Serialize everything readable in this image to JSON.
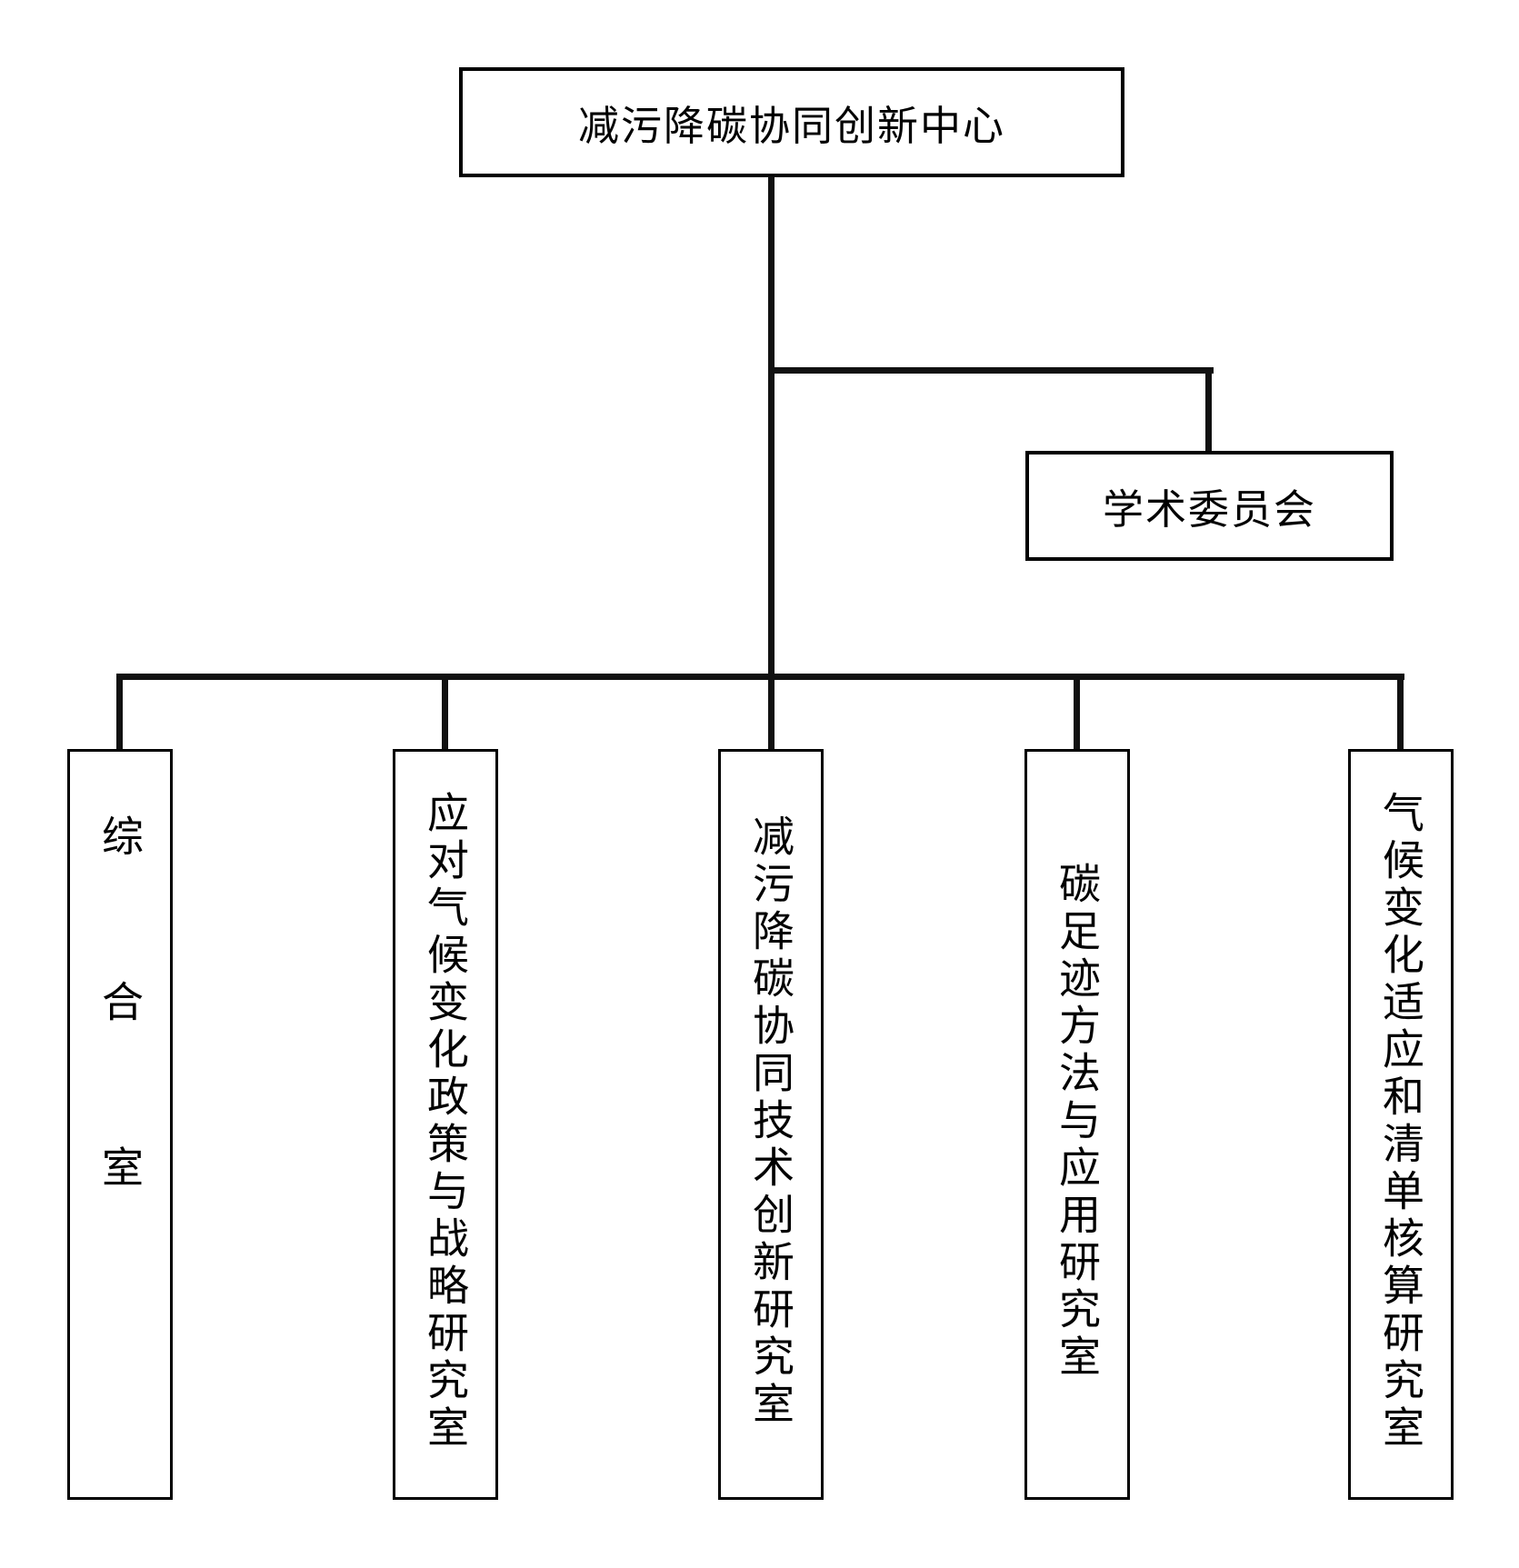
{
  "root": {
    "label": "减污降碳协同创新中心"
  },
  "committee": {
    "label": "学术委员会"
  },
  "departments": [
    {
      "label": "综合室"
    },
    {
      "label": "应对气候变化政策与战略研究室"
    },
    {
      "label": "减污降碳协同技术创新研究室"
    },
    {
      "label": "碳足迹方法与应用研究室"
    },
    {
      "label": "气候变化适应和清单核算研究室"
    }
  ],
  "colors": {
    "line": "#111111",
    "border": "#000000",
    "background": "#ffffff",
    "text": "#000000"
  }
}
